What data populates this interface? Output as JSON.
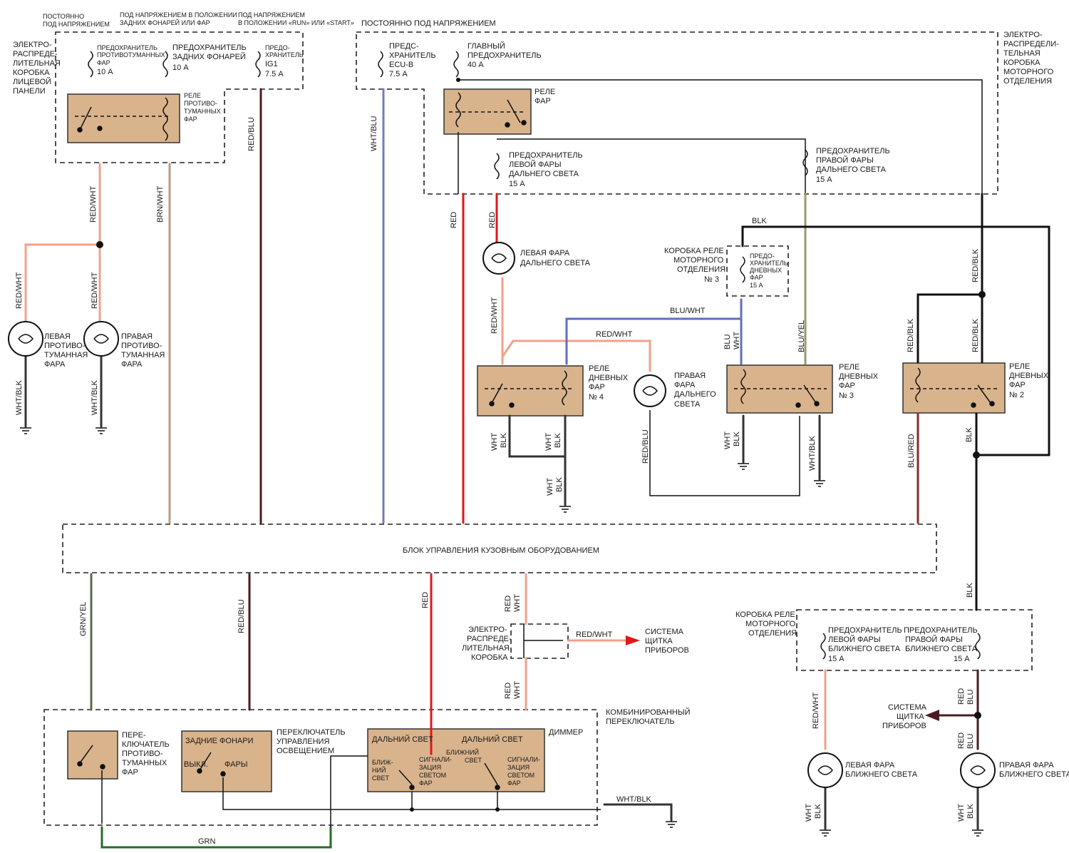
{
  "labels": {
    "always_hot_left": [
      "ПОСТОЯННО",
      "ПОД НАПРЯЖЕНИЕМ"
    ],
    "hot_taillights": [
      "ПОД НАПРЯЖЕНИЕМ В ПОЛОЖЕНИИ",
      "ЗАДНИХ ФОНАРЕЙ ИЛИ ФАР"
    ],
    "hot_run_start": [
      "ПОД НАПРЯЖЕНИЕМ",
      "В ПОЛОЖЕНИИ «RUN» ИЛИ «START»"
    ],
    "always_hot_right": "ПОСТОЯННО ПОД НАПРЯЖЕНИЕМ",
    "dash_box": [
      "ЭЛЕКТРО-",
      "РАСПРЕДЕ-",
      "ЛИТЕЛЬНАЯ",
      "КОРОБКА",
      "ЛИЦЕВОЙ",
      "ПАНЕЛИ"
    ],
    "engine_box": [
      "ЭЛЕКТРО-",
      "РАСПРЕДЕЛИ-",
      "ТЕЛЬНАЯ",
      "КОРОБКА",
      "МОТОРНОГО",
      "ОТДЕЛЕНИЯ"
    ],
    "fuse_fog": [
      "ПРЕДОХРАНИТЕЛЬ",
      "ПРОТИВОТУМАННЫХ",
      "ФАР",
      "10 А"
    ],
    "fuse_tail": [
      "ПРЕДОХРАНИТЕЛЬ",
      "ЗАДНИХ ФОНАРЕЙ",
      "10 А"
    ],
    "fuse_ig1": [
      "ПРЕДО-",
      "ХРАНИТЕЛЬ",
      "IG1",
      "7.5 А"
    ],
    "fuse_ecu": [
      "ПРЕДС-",
      "ХРАНИТЕЛЬ",
      "ECU-B",
      "7.5 А"
    ],
    "fuse_main": [
      "ГЛАВНЫЙ",
      "ПРЕДОХРАНИТЕЛЬ",
      "40 А"
    ],
    "relay_fog": [
      "РЕЛЕ",
      "ПРОТИВО-",
      "ТУМАННЫХ",
      "ФАР"
    ],
    "relay_head": [
      "РЕЛЕ",
      "ФАР"
    ],
    "fuse_left_high": [
      "ПРЕДОХРАНИТЕЛЬ",
      "ЛЕВОЙ ФАРЫ",
      "ДАЛЬНЕГО СВЕТА",
      "15 А"
    ],
    "fuse_right_high": [
      "ПРЕДОХРАНИТЕЛЬ",
      "ПРАВОЙ ФАРЫ",
      "ДАЛЬНЕГО СВЕТА",
      "15 А"
    ],
    "left_high_lamp": [
      "ЛЕВАЯ ФАРА",
      "ДАЛЬНЕГО СВЕТА"
    ],
    "right_high_lamp": [
      "ПРАВАЯ",
      "ФАРА",
      "ДАЛЬНЕГО",
      "СВЕТА"
    ],
    "engine_relay_box3": [
      "КОРОБКА РЕЛЕ",
      "МОТОРНОГО",
      "ОТДЕЛЕНИЯ",
      "№ 3"
    ],
    "fuse_drl": [
      "ПРЕДО-",
      "ХРАНИТЕЛЬ",
      "ДНЕВНЫХ",
      "ФАР",
      "15 А"
    ],
    "drl4": [
      "РЕЛЕ",
      "ДНЕВНЫХ",
      "ФАР",
      "№ 4"
    ],
    "drl3": [
      "РЕЛЕ",
      "ДНЕВНЫХ",
      "ФАР",
      "№ 3"
    ],
    "drl2": [
      "РЕЛЕ",
      "ДНЕВНЫХ",
      "ФАР",
      "№ 2"
    ],
    "left_fog": [
      "ЛЕВАЯ",
      "ПРОТИВО-",
      "ТУМАННАЯ",
      "ФАРА"
    ],
    "right_fog": [
      "ПРАВАЯ",
      "ПРОТИВО-",
      "ТУМАННАЯ",
      "ФАРА"
    ],
    "bcm": "БЛОК УПРАВЛЕНИЯ КУЗОВНЫМ ОБОРУДОВАНИЕМ",
    "junction": [
      "ЭЛЕКТРО-",
      "РАСПРЕДЕ-",
      "ЛИТЕЛЬНАЯ",
      "КОРОБКА"
    ],
    "cluster1": [
      "СИСТЕМА",
      "ЩИТКА",
      "ПРИБОРОВ"
    ],
    "cluster2": [
      "СИСТЕМА",
      "ЩИТКА",
      "ПРИБОРОВ"
    ],
    "combo_switch": [
      "КОМБИНИРОВАННЫЙ",
      "ПЕРЕКЛЮЧАТЕЛЬ"
    ],
    "fog_switch": [
      "ПЕРЕ-",
      "КЛЮЧАТЕЛЬ",
      "ПРОТИВО-",
      "ТУМАННЫХ",
      "ФАР"
    ],
    "tail_box": "ЗАДНИЕ ФОНАРИ",
    "tail_off": "ВЫКЛ.",
    "tail_heads": "ФАРЫ",
    "light_switch": [
      "ПЕРЕКЛЮЧАТЕЛЬ",
      "УПРАВЛЕНИЯ",
      "ОСВЕЩЕНИЕМ"
    ],
    "dimmer": "ДИММЕР",
    "high_beam": "ДАЛЬНИЙ СВЕТ",
    "low_beam_a": [
      "БЛИЖ-",
      "НИЙ",
      "СВЕТ"
    ],
    "low_beam_b": [
      "БЛИЖНИЙ",
      "СВЕТ"
    ],
    "flash": [
      "СИГНАЛИ-",
      "ЗАЦИЯ",
      "СВЕТОМ",
      "ФАР"
    ],
    "engine_relay_box_low": [
      "КОРОБКА РЕЛЕ",
      "МОТОРНОГО",
      "ОТДЕЛЕНИЯ"
    ],
    "fuse_left_low": [
      "ПРЕДОХРАНИТЕЛЬ",
      "ЛЕВОЙ ФАРЫ",
      "БЛИЖНЕГО СВЕТА",
      "15 А"
    ],
    "fuse_right_low": [
      "ПРЕДОХРАНИТЕЛЬ",
      "ПРАВОЙ ФАРЫ",
      "БЛИЖНЕГО СВЕТА",
      "15 А"
    ],
    "left_low_lamp": [
      "ЛЕВАЯ ФАРА",
      "БЛИЖНЕГО СВЕТА"
    ],
    "right_low_lamp": [
      "ПРАВАЯ ФАРА",
      "БЛИЖНЕГО СВЕТА"
    ]
  },
  "wires": {
    "red_wht": "RED/WHT",
    "wht_blk": "WHT/BLK",
    "brn_wht": "BRN/WHT",
    "red_blu": "RED/BLU",
    "wht_blu": "WHT/BLU",
    "red": "RED",
    "blk": "BLK",
    "blu_wht": "BLU/WHT",
    "blu_yel": "BLU/YEL",
    "red_blk": "RED/BLK",
    "blu_red": "BLU/RED",
    "grn_yel": "GRN/YEL",
    "grn": "GRN",
    "wht": "WHT",
    "blu": "BLU"
  }
}
